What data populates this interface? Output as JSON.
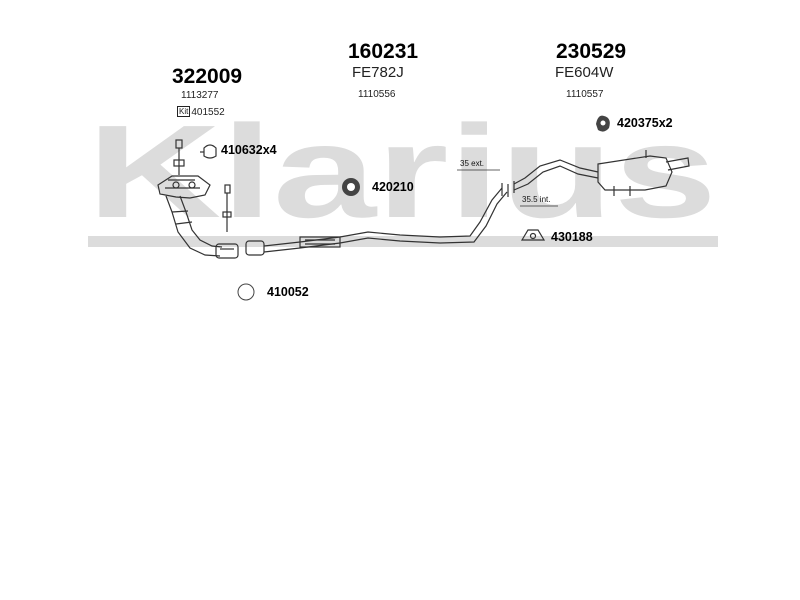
{
  "watermark": {
    "text": "Klarius",
    "color": "#dcdcdc"
  },
  "groups": [
    {
      "part_number": "322009",
      "code": "1113277",
      "kit_prefix": "Kit",
      "kit_number": "401552"
    },
    {
      "part_number": "160231",
      "code": "FE782J",
      "ref": "1110556"
    },
    {
      "part_number": "230529",
      "code": "FE604W",
      "ref": "1110557"
    }
  ],
  "parts": [
    {
      "number": "410632x4",
      "icon": "exhaust-clamp-icon"
    },
    {
      "number": "420210",
      "icon": "rubber-mount-icon"
    },
    {
      "number": "420375x2",
      "icon": "hanger-icon"
    },
    {
      "number": "430188",
      "icon": "bracket-icon"
    },
    {
      "number": "410052",
      "icon": "gasket-ring-icon"
    }
  ],
  "dimensions": {
    "ext": "35 ext.",
    "int": "35.5 int."
  }
}
